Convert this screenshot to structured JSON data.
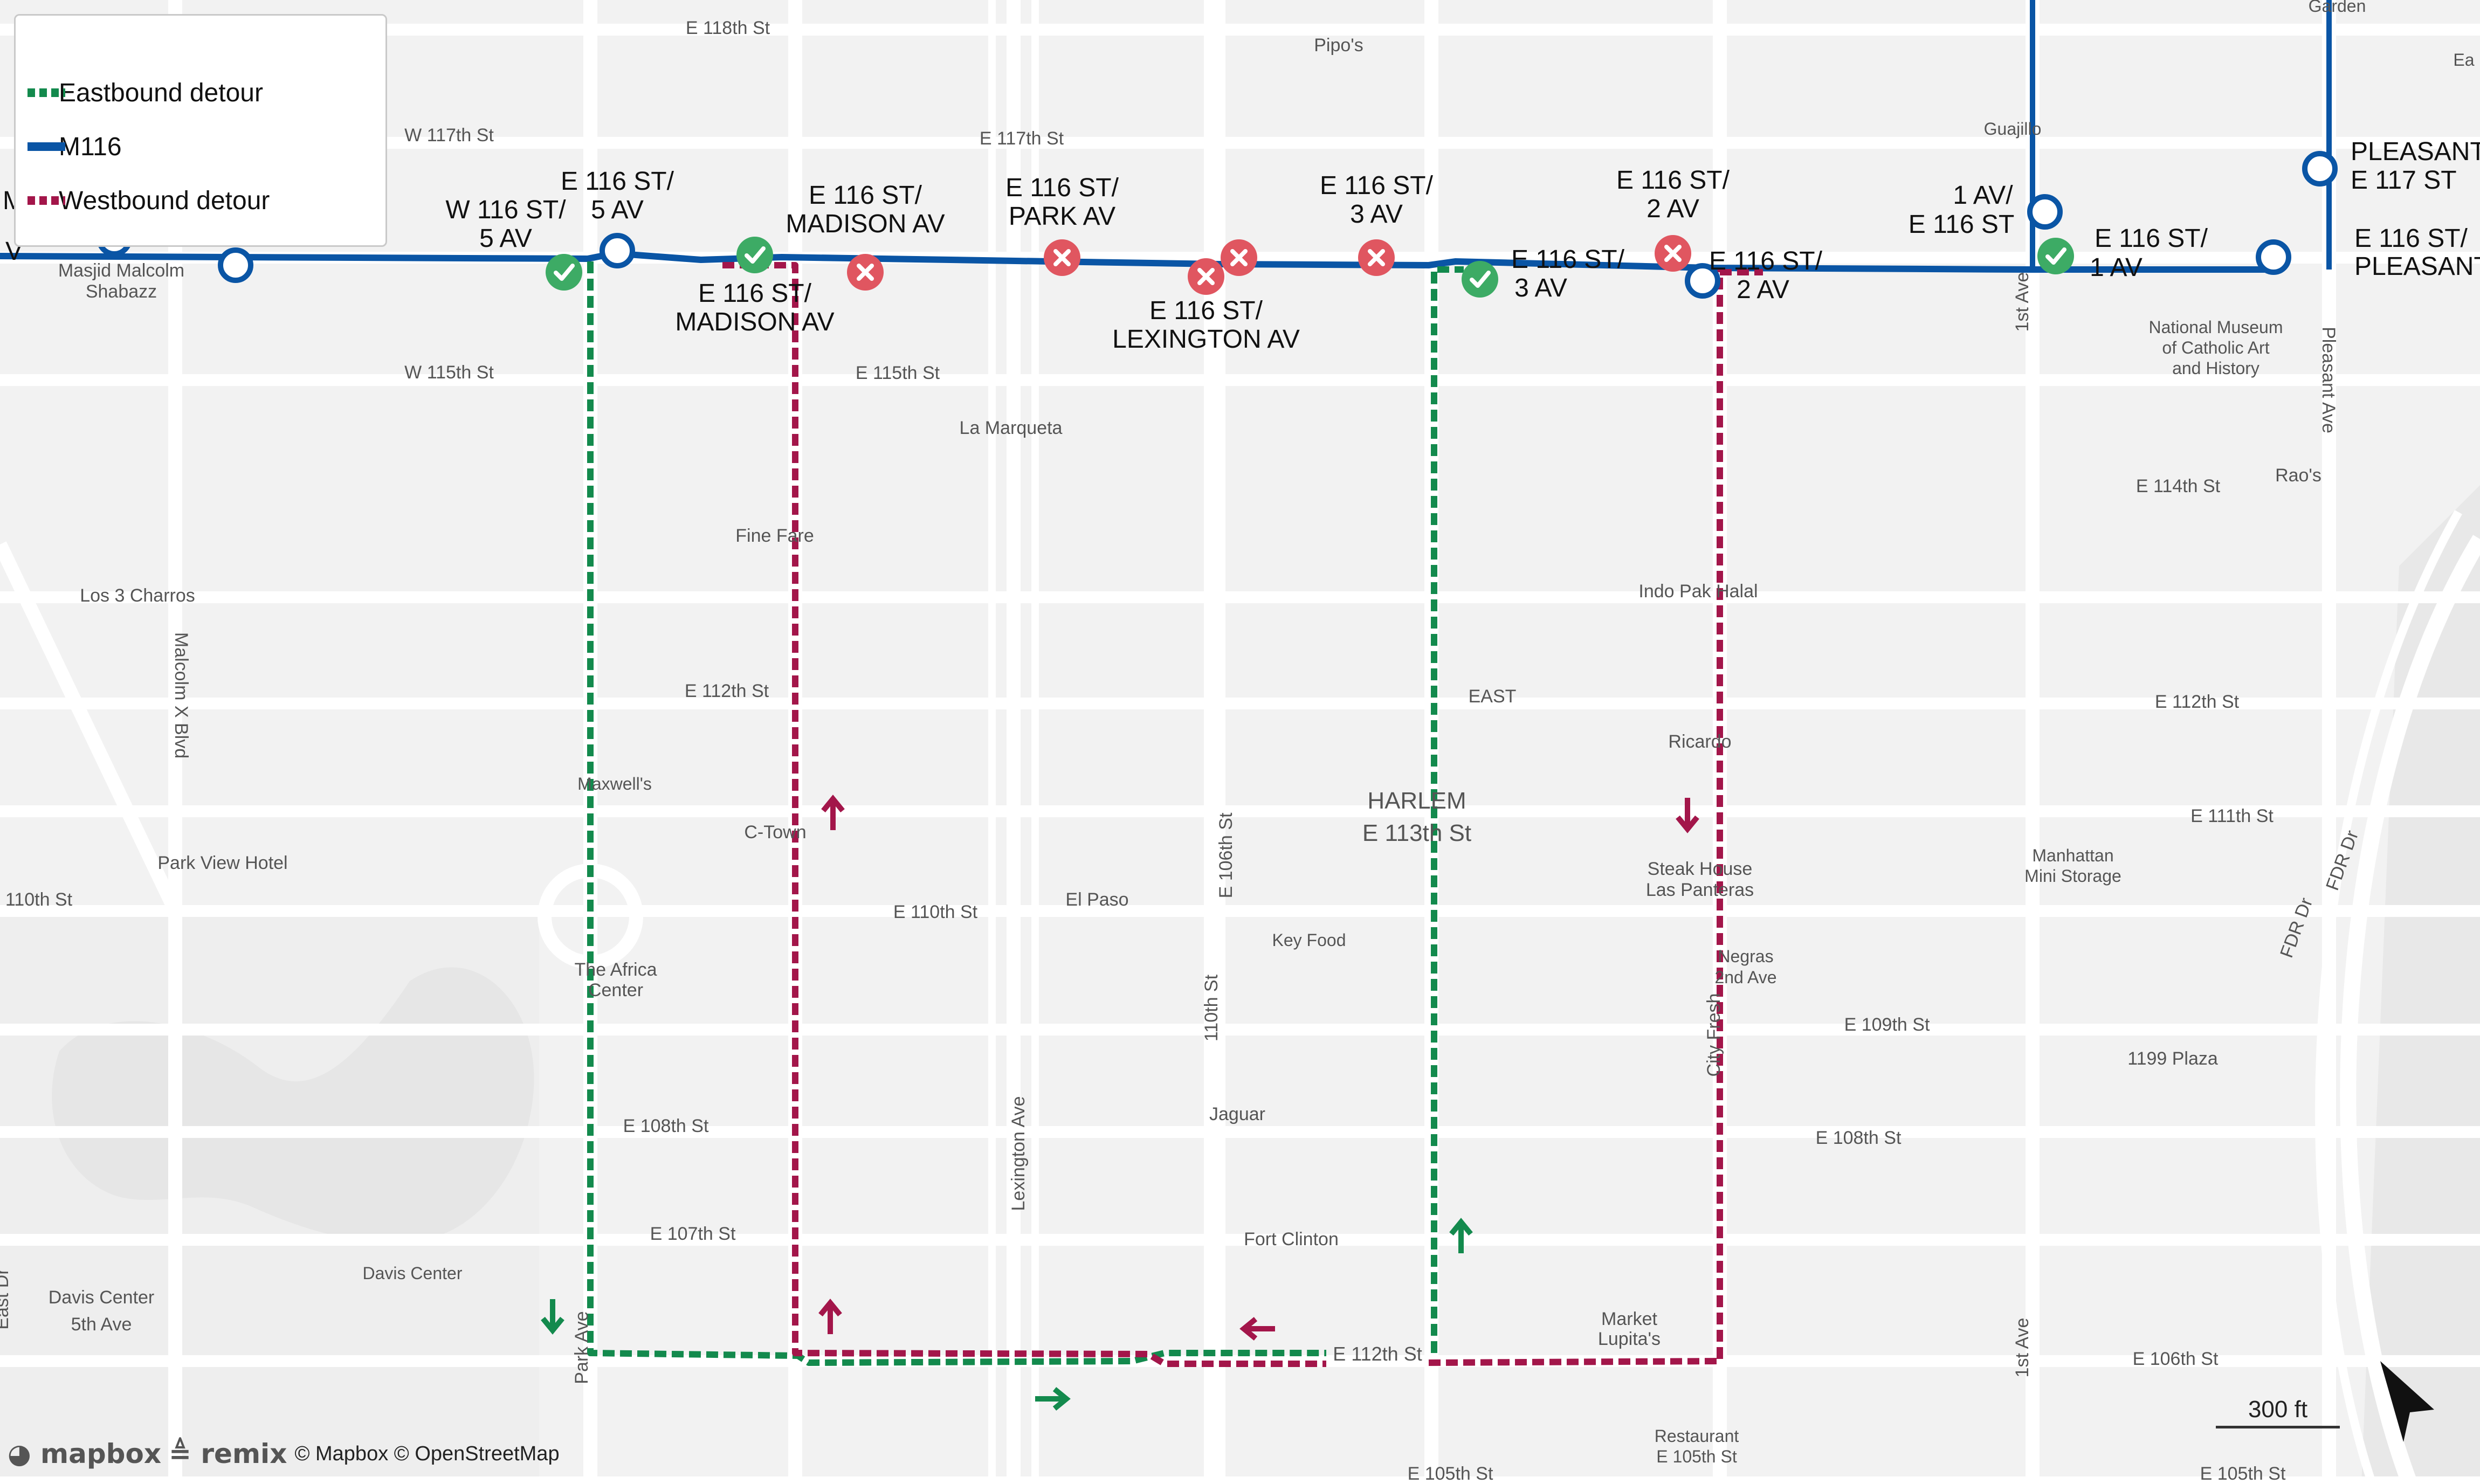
{
  "legend": {
    "items": [
      {
        "label": "Eastbound detour",
        "color": "#138a4d",
        "style": "dashed"
      },
      {
        "label": "M116",
        "color": "#0a55a5",
        "style": "solid"
      },
      {
        "label": "Westbound detour",
        "color": "#a3164a",
        "style": "dashed"
      }
    ]
  },
  "colors": {
    "route": "#0a55a5",
    "eastbound": "#138a4d",
    "westbound": "#a3164a",
    "closed_stop": "#e05660",
    "detour_stop": "#3dab65",
    "street": "#ffffff",
    "land": "#f2f2f2",
    "street_label": "#555555"
  },
  "street_labels": [
    "E 118th St",
    "Pipo's",
    "W 117th St",
    "E 117th St",
    "Guajillo",
    "W 115th St",
    "E 115th St",
    "La Marqueta",
    "Fine Fare",
    "Los 3 Charros",
    "Malcolm X Blvd",
    "E 112th St",
    "Maxwell's",
    "C-Town",
    "Park View Hotel",
    "110th St",
    "E 110th St",
    "El Paso",
    "Key Food",
    "The Africa",
    "Center",
    "E 108th St",
    "Jaguar",
    "E 107th St",
    "Fort Clinton",
    "Davis Center",
    "Davis Center",
    "5th Ave",
    "Park Ave",
    "Lexington Ave",
    "110th St",
    "E 106th St",
    "E 112th St",
    "EAST",
    "HARLEM",
    "E 113th St",
    "Indo Pak Halal",
    "Ricardo",
    "Steak House",
    "Las Panteras",
    "Negras",
    "2nd Ave",
    "City Fresh",
    "Market",
    "Lupita's",
    "Restaurant",
    "E 105th St",
    "E 105th St",
    "1st Ave",
    "1st Ave",
    "Pleasant Ave",
    "Rao's",
    "E 114th St",
    "E 112th St",
    "E 111th St",
    "Manhattan",
    "Mini Storage",
    "E 109th St",
    "1199 Plaza",
    "E 108th St",
    "E 106th St",
    "E 105th St",
    "National Museum",
    "of Catholic Art",
    "and History",
    "FDR Dr",
    "FDR Dr",
    "Garden",
    "Ea",
    "Masjid Malcolm",
    "Shabazz",
    "East Dr"
  ],
  "stop_labels": [
    "W 116 ST/",
    "5 AV",
    "E 116 ST/",
    "5 AV",
    "E 116 ST/",
    "MADISON AV",
    "E 116 ST/",
    "MADISON AV",
    "E 116 ST/",
    "PARK AV",
    "E 116 ST/",
    "LEXINGTON AV",
    "E 116 ST/",
    "3 AV",
    "E 116 ST/",
    "3 AV",
    "E 116 ST/",
    "2 AV",
    "E 116 ST/",
    "2 AV",
    "1 AV/",
    "E 116 ST",
    "E 116 ST/",
    "1 AV",
    "PLEASANT",
    "E 117 ST",
    "E 116 ST/",
    "PLEASANT AV",
    "M",
    "V"
  ],
  "attribution": {
    "mapbox": "mapbox",
    "remix": "remix",
    "text": "© Mapbox © OpenStreetMap"
  },
  "scale": {
    "label": "300 ft"
  }
}
